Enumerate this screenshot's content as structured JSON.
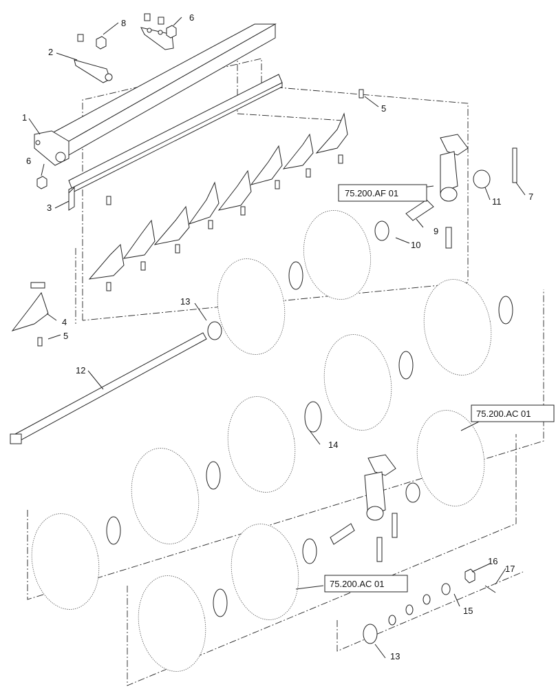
{
  "callouts": [
    "1",
    "2",
    "3",
    "4",
    "5",
    "5",
    "6",
    "6",
    "7",
    "8",
    "9",
    "10",
    "11",
    "12",
    "13",
    "13",
    "14",
    "15",
    "16",
    "17"
  ],
  "refs": [
    "75.200.AF 01",
    "75.200.AC 01",
    "75.200.AC 01"
  ]
}
